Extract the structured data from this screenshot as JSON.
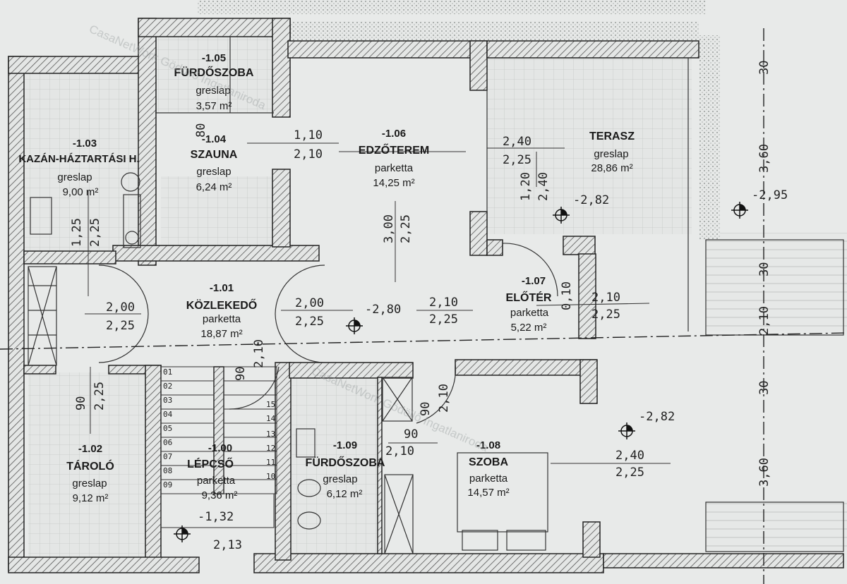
{
  "rooms": [
    {
      "id": "-1.05",
      "name": "FÜRDŐSZOBA",
      "floor": "greslap",
      "area": "3,57 m²"
    },
    {
      "id": "-1.04",
      "name": "SZAUNA",
      "floor": "greslap",
      "area": "6,24 m²"
    },
    {
      "id": "-1.03",
      "name": "KAZÁN-HÁZTARTÁSI H.",
      "floor": "greslap",
      "area": "9,00 m²"
    },
    {
      "id": "-1.06",
      "name": "EDZŐTEREM",
      "floor": "parketta",
      "area": "14,25 m²"
    },
    {
      "id": "",
      "name": "TERASZ",
      "floor": "greslap",
      "area": "28,86 m²"
    },
    {
      "id": "-1.01",
      "name": "KÖZLEKEDŐ",
      "floor": "parketta",
      "area": "18,87 m²"
    },
    {
      "id": "-1.07",
      "name": "ELŐTÉR",
      "floor": "parketta",
      "area": "5,22 m²"
    },
    {
      "id": "-1.02",
      "name": "TÁROLÓ",
      "floor": "greslap",
      "area": "9,12 m²"
    },
    {
      "id": "-1.00",
      "name": "LÉPCSŐ",
      "floor": "parketta",
      "area": "9,36 m²"
    },
    {
      "id": "-1.09",
      "name": "FÜRDŐSZOBA",
      "floor": "greslap",
      "area": "6,12 m²"
    },
    {
      "id": "-1.08",
      "name": "SZOBA",
      "floor": "parketta",
      "area": "14,57 m²"
    }
  ],
  "dimensions": {
    "d110": "1,10",
    "d210": "2,10",
    "d240": "2,40",
    "d225": "2,25",
    "d120": "1,20",
    "d300": "3,00",
    "d125": "1,25",
    "d200": "2,00",
    "d010": "0,10",
    "d090": "90",
    "d080": "80",
    "d030": "30",
    "d360": "3,60",
    "d213": "2,13"
  },
  "levels": {
    "l282": "-2,82",
    "l295": "-2,95",
    "l280": "-2,80",
    "l132": "-1,32"
  },
  "stairs": [
    "01",
    "02",
    "03",
    "04",
    "05",
    "06",
    "07",
    "08",
    "09",
    "10",
    "11",
    "12",
    "13",
    "14",
    "15"
  ],
  "watermarks": {
    "w1": "CasaNetWork Gödöllő Ingatlaniroda",
    "w2": "CasaNetWork Gödöllő Ingatlaniroda"
  }
}
